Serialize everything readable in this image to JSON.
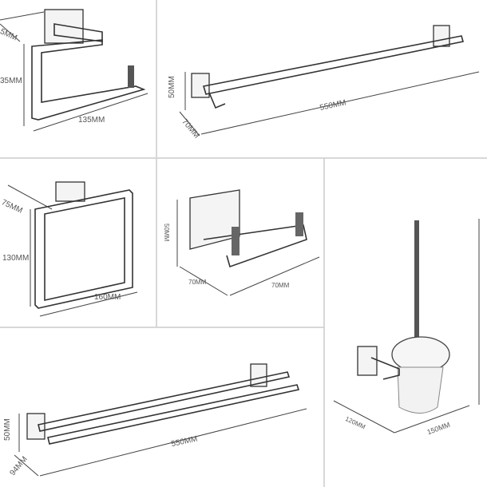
{
  "panels": {
    "paper_holder": {
      "depth": "5MM",
      "height": "35MM",
      "width": "135MM"
    },
    "towel_bar": {
      "height": "50MM",
      "depth": "70MM",
      "length": "550MM"
    },
    "towel_ring": {
      "depth": "75MM",
      "height": "130MM",
      "width": "160MM"
    },
    "robe_hook": {
      "height": "50MM",
      "depth": "70MM",
      "width": "70MM"
    },
    "toilet_brush": {
      "depth": "120MM",
      "width": "150MM"
    },
    "double_towel_bar": {
      "height": "50MM",
      "depth": "94MM",
      "length": "550MM"
    }
  }
}
